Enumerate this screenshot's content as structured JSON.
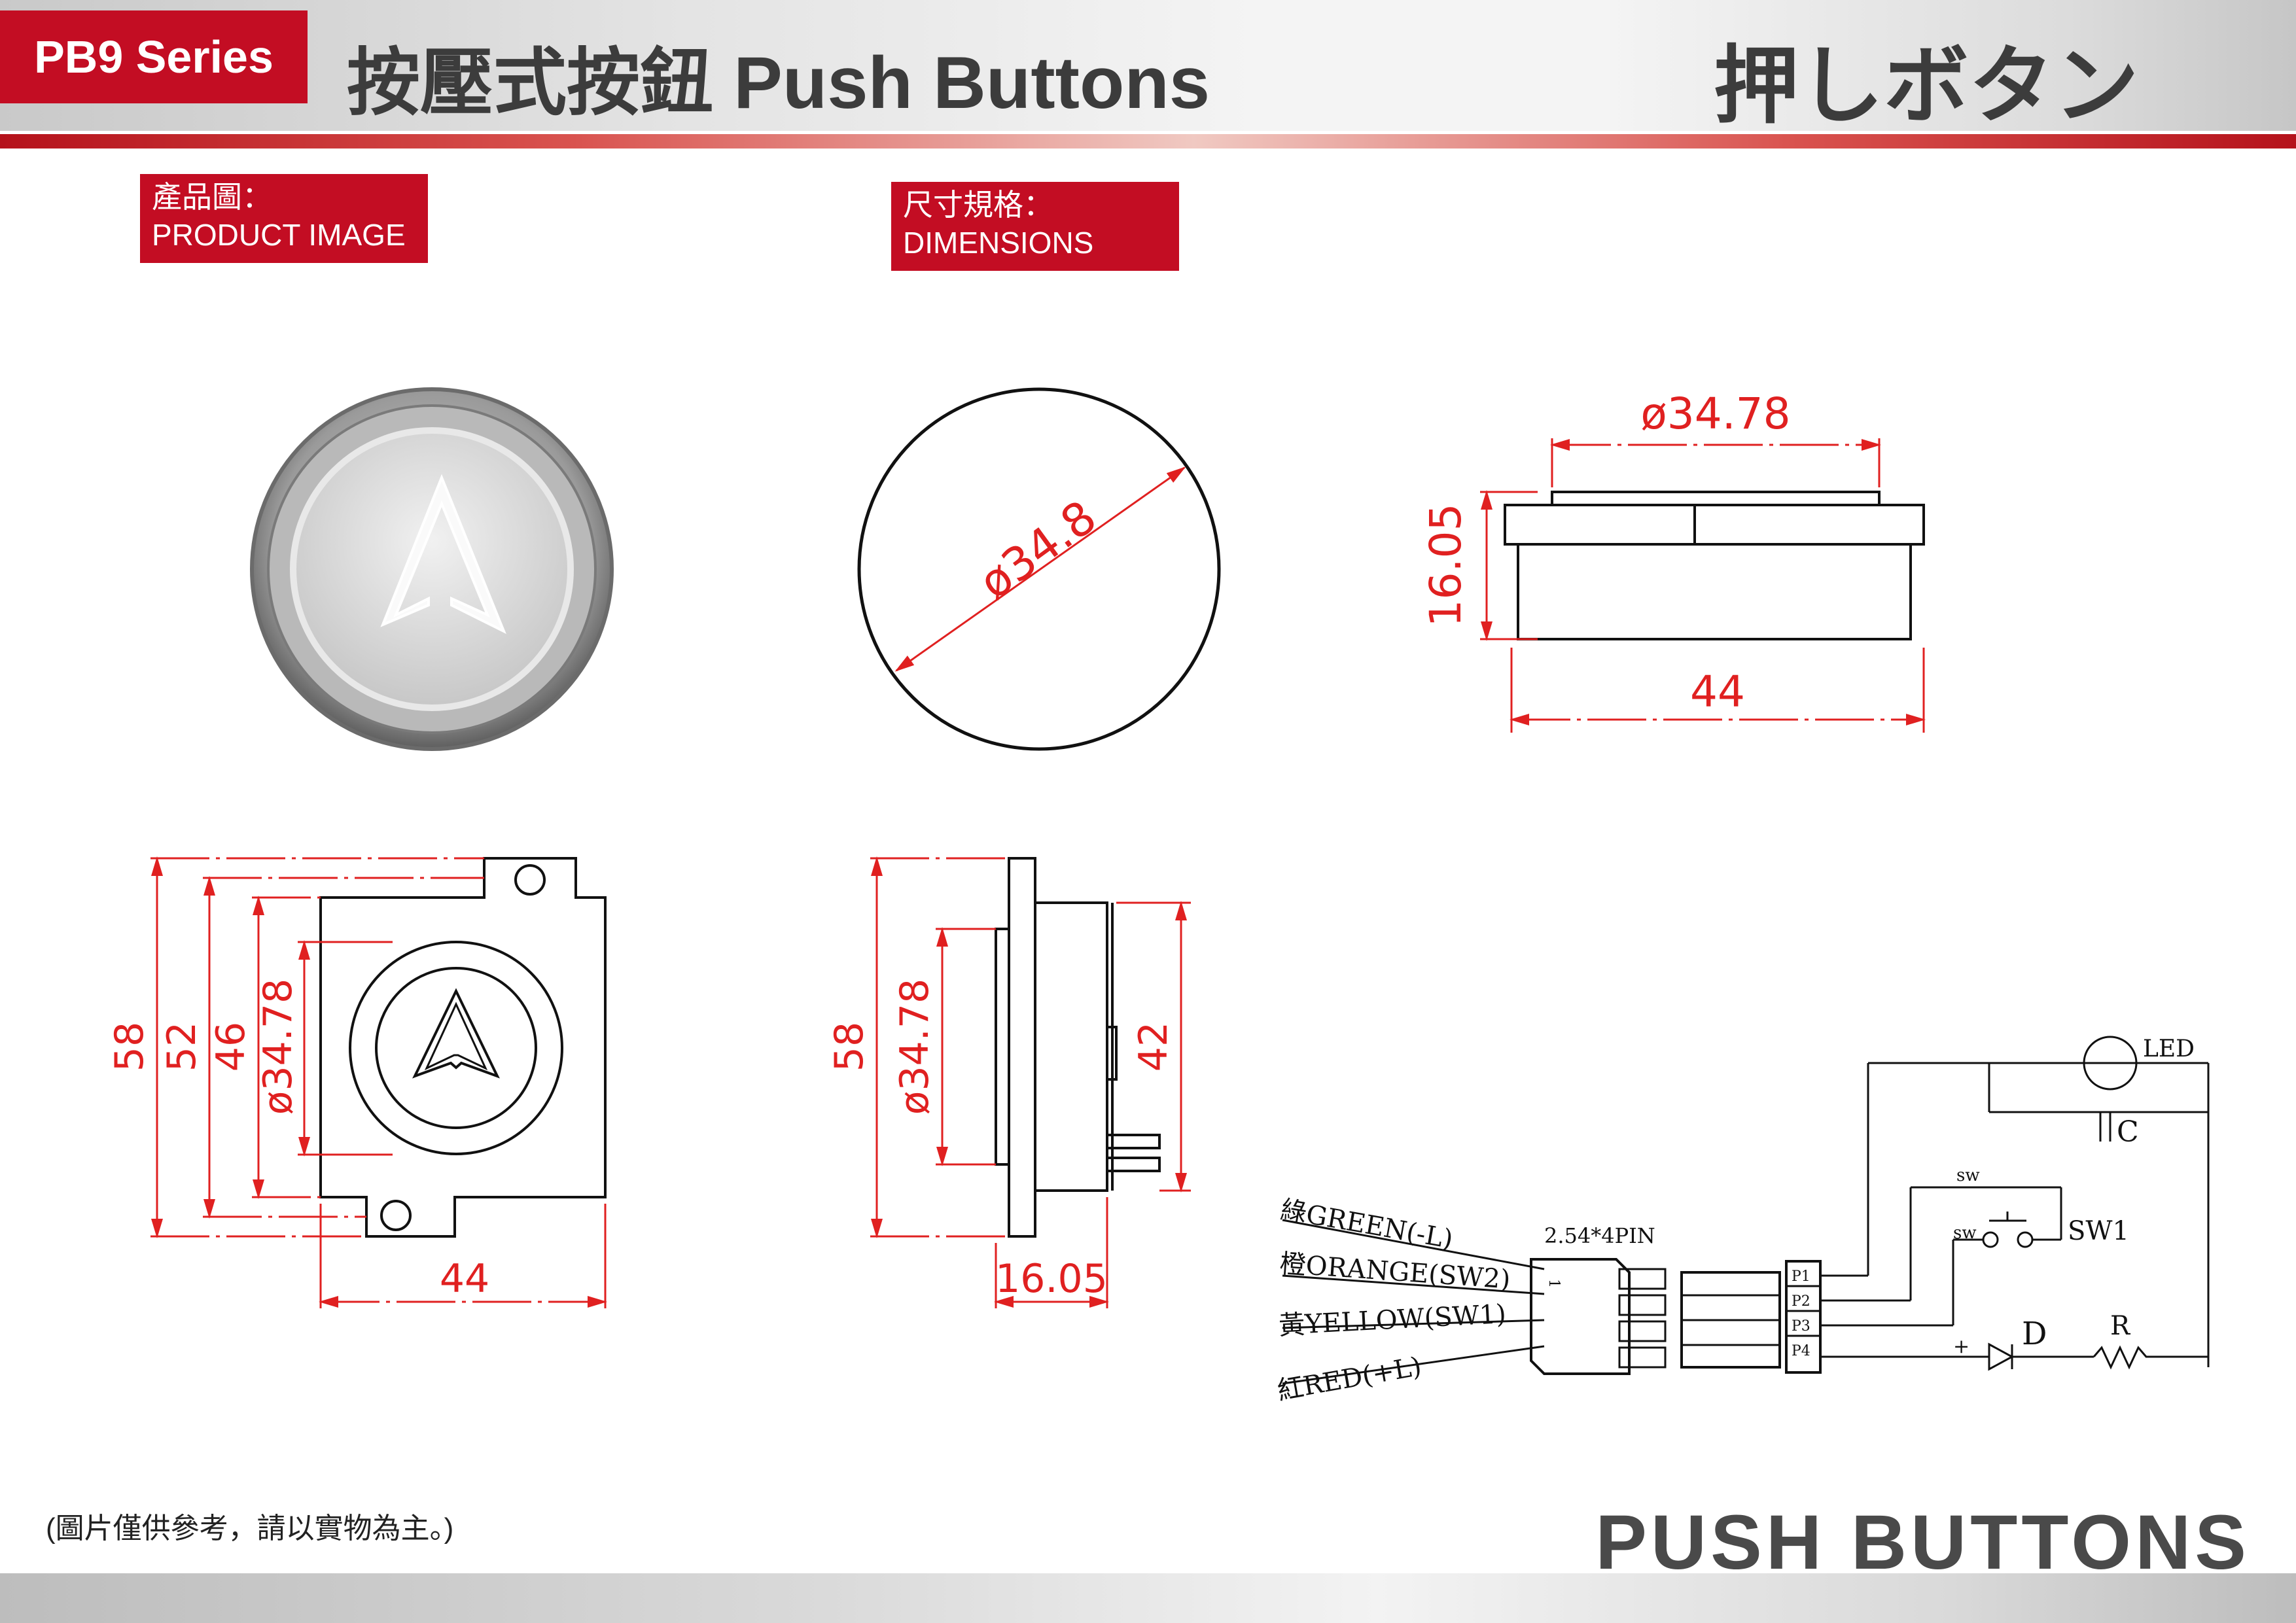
{
  "header": {
    "series": "PB9 Series",
    "title": "按壓式按鈕 Push Buttons",
    "title_jp": "押しボタン"
  },
  "sections": {
    "product_image": {
      "zh": "產品圖：",
      "en": "PRODUCT IMAGE"
    },
    "dimensions": {
      "zh": "尺寸規格：",
      "en": "DIMENSIONS"
    }
  },
  "dims": {
    "circle_diameter": "ø34.8",
    "top_width": "ø34.78",
    "height": "16.05",
    "width_44": "44",
    "front_58": "58",
    "front_52": "52",
    "front_46": "46",
    "front_diam": "ø34.78",
    "front_44": "44",
    "side_58": "58",
    "side_diam": "ø34.78",
    "side_42": "42",
    "side_depth": "16.05"
  },
  "wiring": {
    "wires": [
      "綠GREEN(-L)",
      "橙ORANGE(SW2)",
      "黃YELLOW(SW1)",
      "紅RED(+L)"
    ],
    "connector": "2.54*4PIN",
    "connector_pin1": "1",
    "pins": [
      "P1",
      "P2",
      "P3",
      "P4"
    ],
    "led": "LED",
    "capacitor": "C",
    "switch_top": "sw",
    "switch_mid": "sw",
    "switch": "SW1",
    "diode": "D",
    "resistor": "R",
    "plus": "+"
  },
  "footer": {
    "note": "(圖片僅供參考，請以實物為主。)",
    "brand": "PUSH BUTTONS"
  },
  "colors": {
    "brand_red": "#c30d23",
    "dim_red": "#e02020"
  }
}
